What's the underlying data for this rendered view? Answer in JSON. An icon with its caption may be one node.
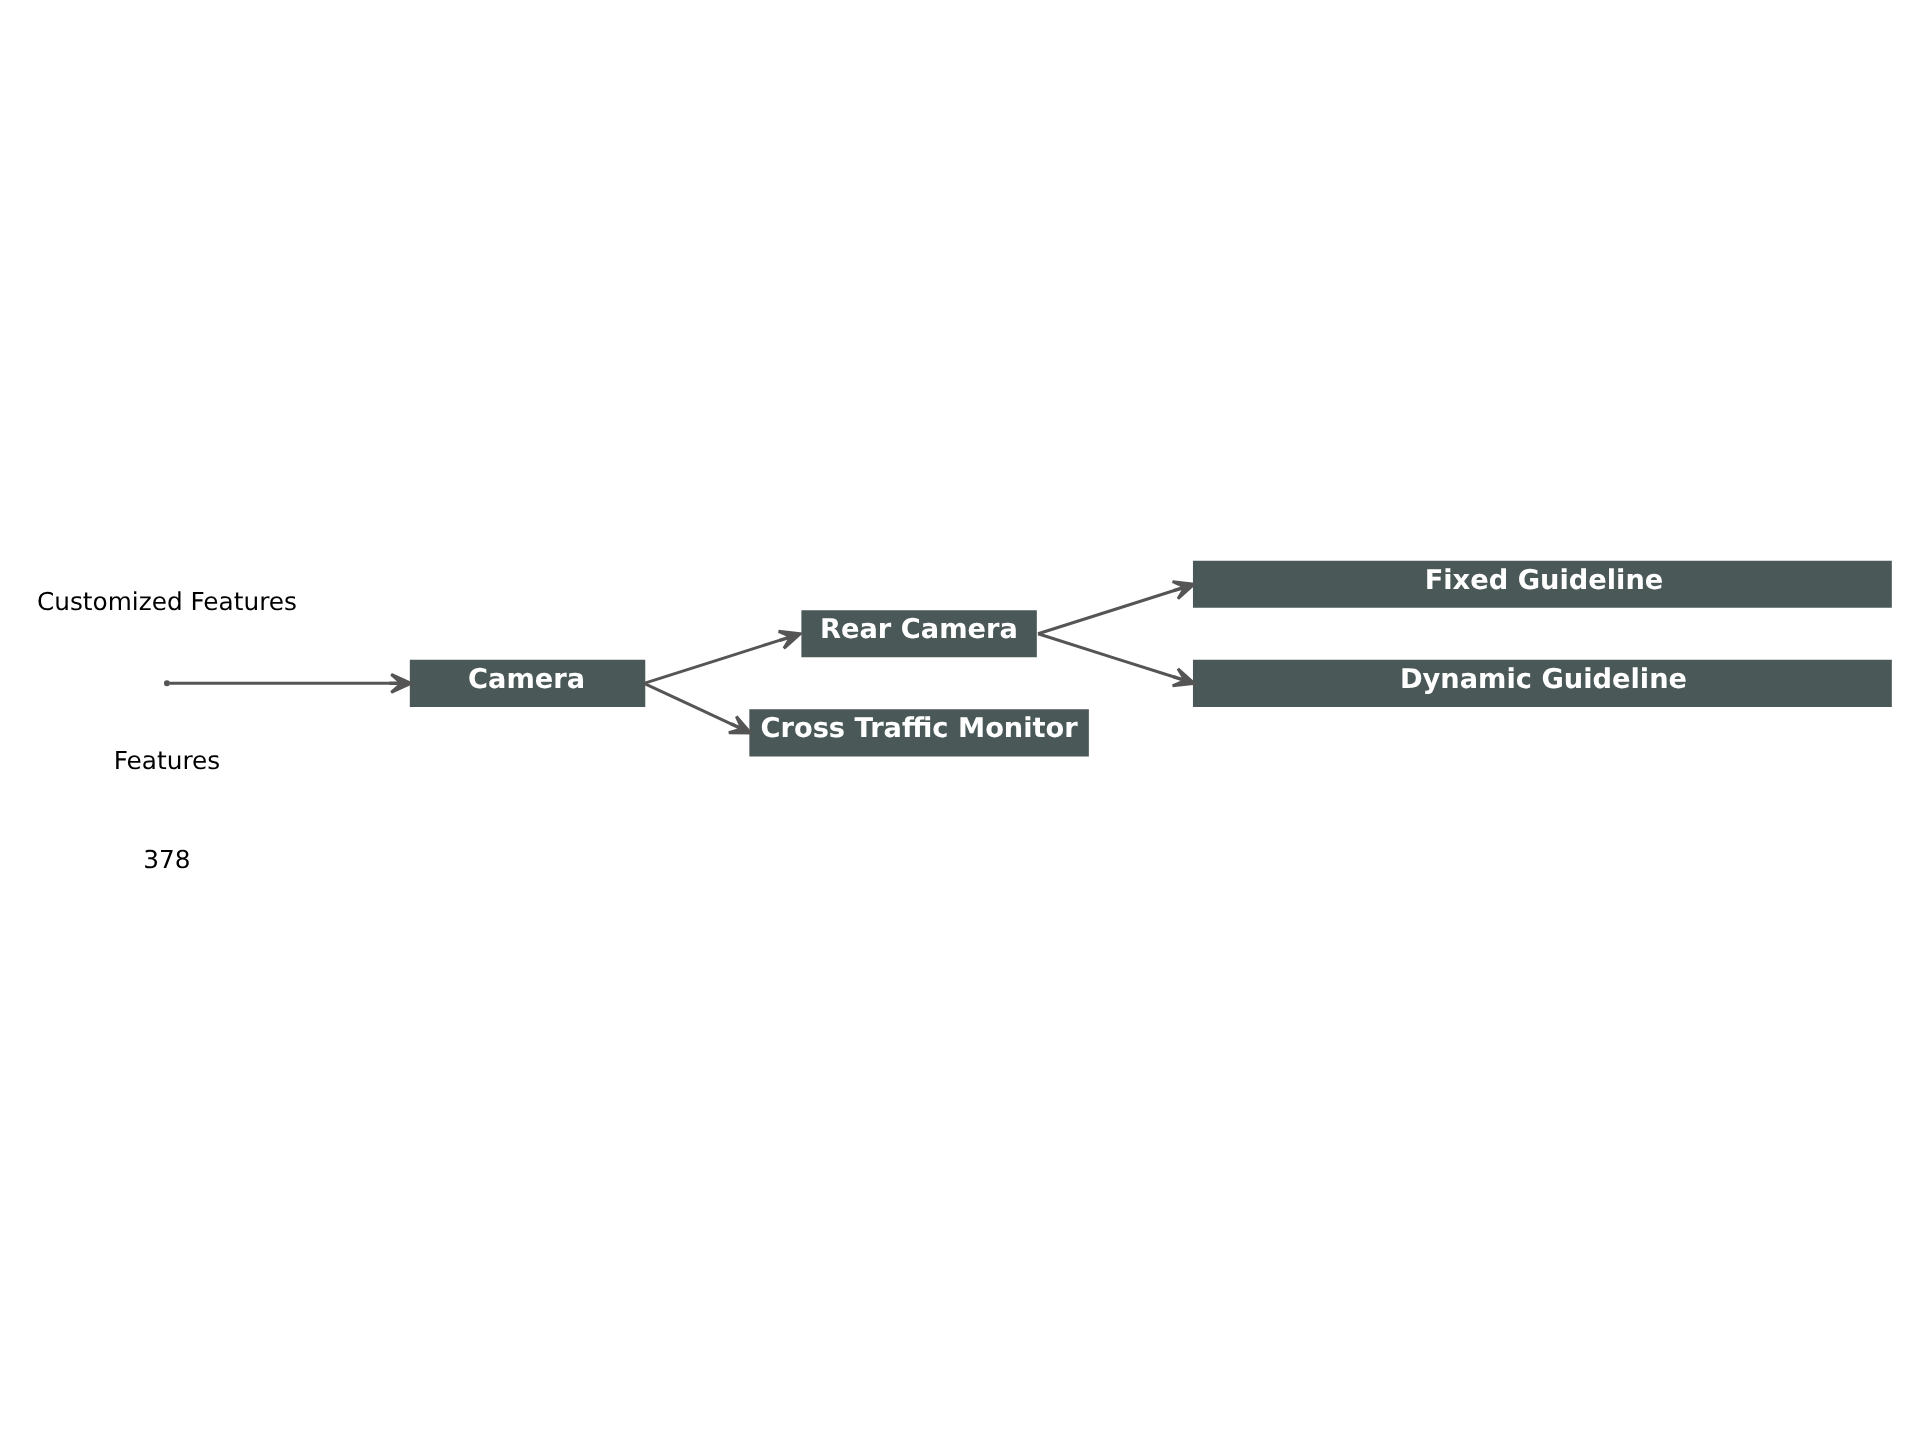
{
  "diagram": {
    "nodes": [
      {
        "text": [
          "Camera"
        ]
      },
      {
        "text": [
          "Rear Camera"
        ]
      },
      {
        "text": [
          "Cross Traffic Monitor"
        ]
      },
      {
        "text": [
          "Fixed Guideline"
        ]
      },
      {
        "text": [
          "Dynamic Guideline"
        ]
      }
    ],
    "edges": [
      {
        "from": null,
        "to": 0,
        "arrow": "to"
      },
      {
        "from": 0,
        "to": 1,
        "arrow": "to"
      },
      {
        "from": 0,
        "to": 2,
        "arrow": "to"
      },
      {
        "from": 1,
        "to": 3,
        "arrow": "to"
      },
      {
        "from": 1,
        "to": 4,
        "arrow": "to"
      }
    ],
    "labels": [
      "Customized Features",
      "Features",
      "378"
    ]
  }
}
